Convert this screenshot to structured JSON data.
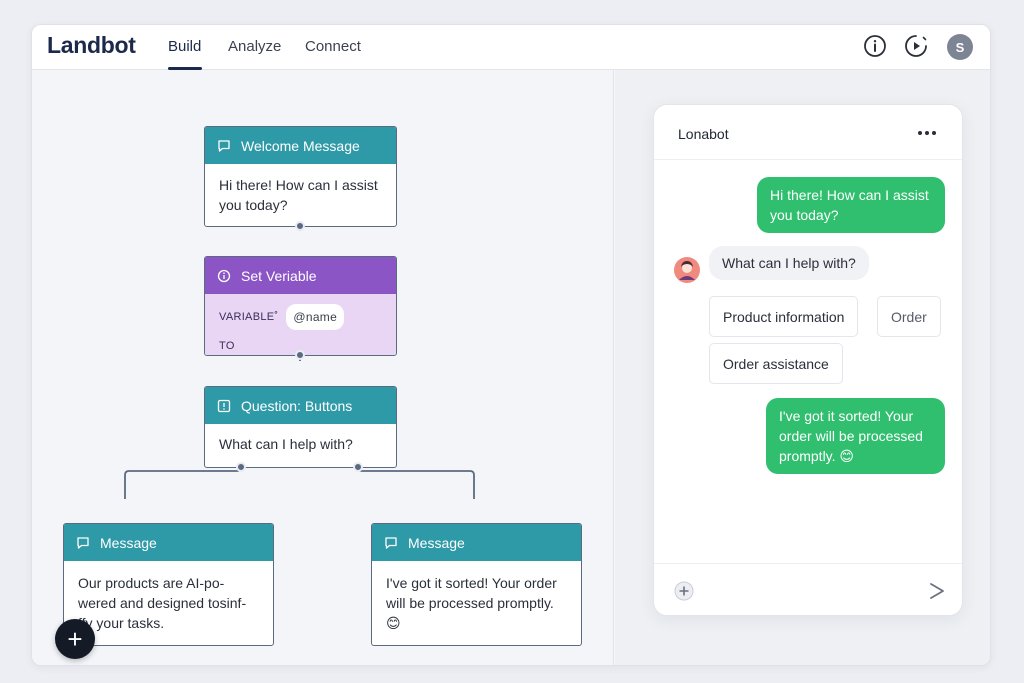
{
  "header": {
    "logo": "Landbot",
    "tabs": [
      {
        "label": "Build",
        "active": true
      },
      {
        "label": "Analyze",
        "active": false
      },
      {
        "label": "Connect",
        "active": false
      }
    ],
    "avatar_initial": "S",
    "icons": [
      "info-icon",
      "play-icon"
    ]
  },
  "flow": {
    "welcome": {
      "title": "Welcome Message",
      "text": "Hi there! How can I assist you today?"
    },
    "set_variable": {
      "title": "Set Veriable",
      "variable_label": "VARIABLE˚",
      "variable_value": "@name",
      "to_label": "TO"
    },
    "question": {
      "title": "Question: Buttons",
      "text": "What can I help with?"
    },
    "message_left": {
      "title": "Message",
      "text": "Our products are AI-po-wered and designed tosinf-ffy your tasks."
    },
    "message_right": {
      "title": "Message",
      "text": "I've got it sorted! Your order will be processed promptly. 😊"
    },
    "add_button": "+"
  },
  "chat": {
    "title": "Lonabot",
    "more": "•••",
    "bot_greeting": "Hi there! How can I assist you today?",
    "question": "What can I help with?",
    "options": [
      "Product information",
      "Order",
      "Order assistance"
    ],
    "reply": "I've got it sorted! Your order will be processed promptly. 😊"
  },
  "colors": {
    "teal": "#2e9aa8",
    "purple": "#8c55c6",
    "purple_light": "#e9d6f5",
    "green": "#2fbf6e",
    "navy": "#1b2a4a"
  }
}
